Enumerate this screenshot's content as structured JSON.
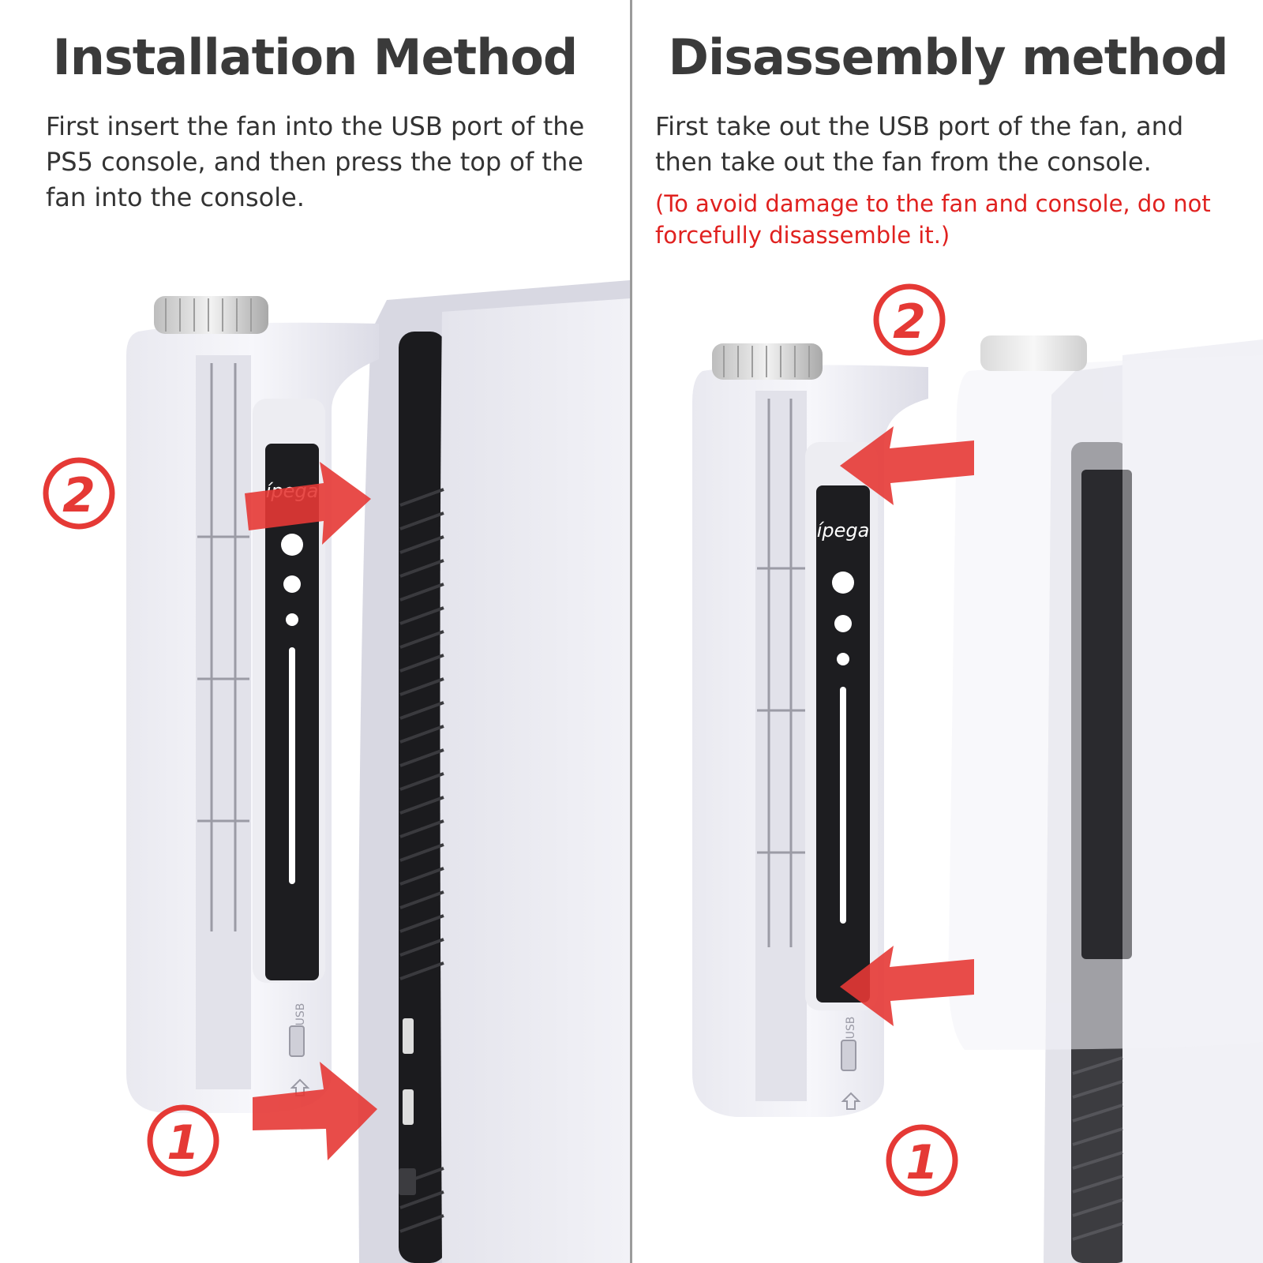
{
  "installation": {
    "title": "Installation Method",
    "description": "First insert the fan into the USB port of the PS5 console, and then press the top of the fan into the console.",
    "step_one": "1",
    "step_two": "2",
    "brand": "ípega",
    "usb_label": "USB"
  },
  "disassembly": {
    "title": "Disassembly method",
    "description": "First take out the USB port of the fan, and then take out the fan from the console.",
    "warning": "(To avoid damage to the fan and console, do not forcefully disassemble it.)",
    "step_one": "1",
    "step_two": "2",
    "brand": "ípega",
    "usb_label": "USB"
  },
  "colors": {
    "title": "#3a3a3a",
    "body": "#333333",
    "warning": "#e0211f",
    "arrow": "#e53935",
    "divider": "#9b9b9b"
  }
}
